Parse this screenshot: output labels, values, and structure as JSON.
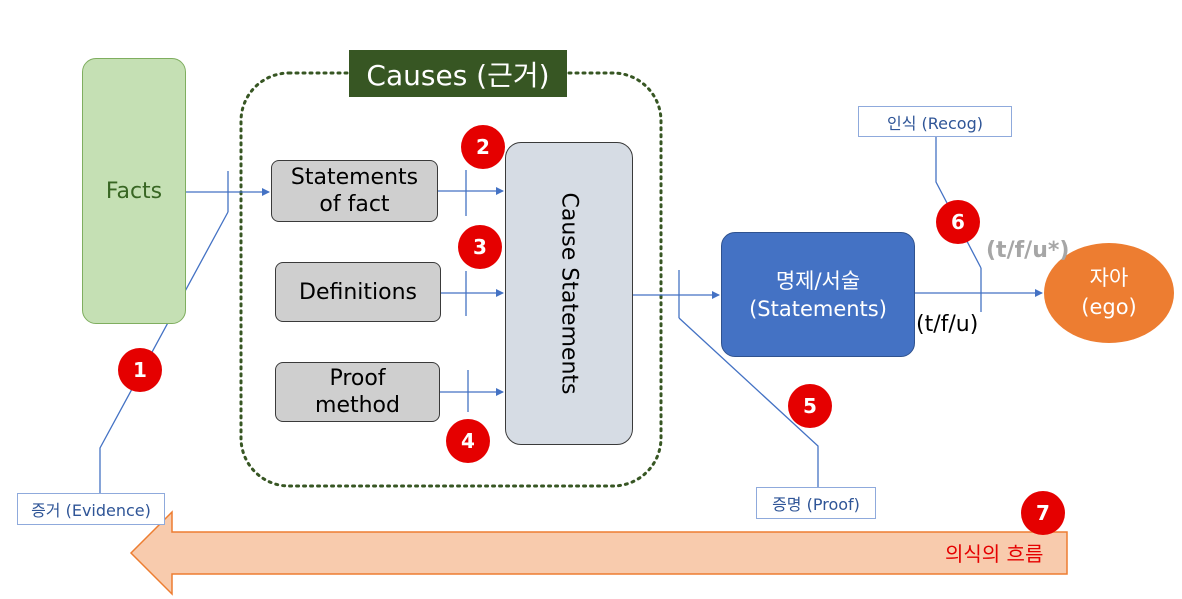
{
  "title": "Causes (근거)",
  "nodes": {
    "facts": "Facts",
    "statements_of_fact": [
      "Statements",
      "of fact"
    ],
    "definitions": "Definitions",
    "proof_method": [
      "Proof",
      "method"
    ],
    "cause_statements": "Cause Statements",
    "statements": [
      "명제/서술",
      "(Statements)"
    ],
    "ego": [
      "자아",
      "(ego)"
    ]
  },
  "labels": {
    "evidence": "증거 (Evidence)",
    "proof": "증명 (Proof)",
    "recog": "인식 (Recog)",
    "tfu": "(t/f/u)",
    "tfu_star": "(t/f/u*)",
    "flow": "의식의 흐름"
  },
  "badges": [
    "1",
    "2",
    "3",
    "4",
    "5",
    "6",
    "7"
  ],
  "colors": {
    "facts_fill": "#c5e0b4",
    "facts_text": "#386623",
    "gray_box": "#cfcfcf",
    "cause_box": "#d6dce4",
    "statements_fill": "#4472c4",
    "ego_fill": "#ed7d31",
    "title_fill": "#375623",
    "badge_fill": "#e50000",
    "arrow_fill": "#f8cbad",
    "arrow_stroke": "#ed7d31",
    "connector": "#4472c4"
  }
}
